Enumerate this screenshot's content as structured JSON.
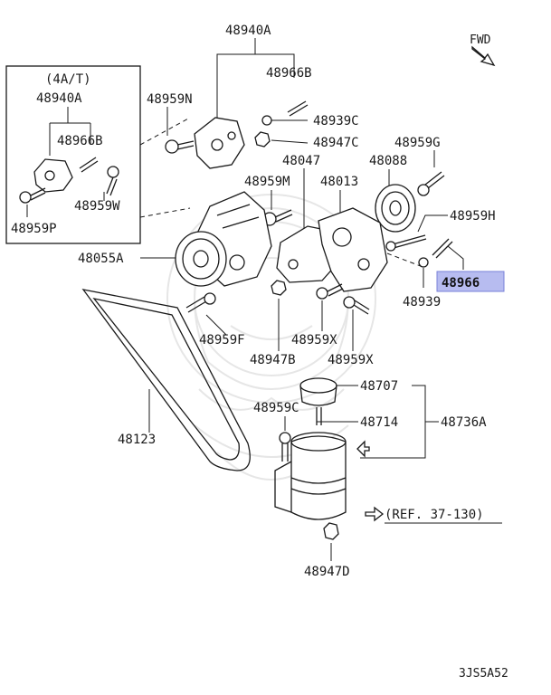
{
  "labels": {
    "l48940A_top": "48940A",
    "l48966B_top": "48966B",
    "l48939C": "48939C",
    "l48947C": "48947C",
    "l48959N": "48959N",
    "l48959G": "48959G",
    "l48088": "48088",
    "l48047": "48047",
    "l48013": "48013",
    "l48959M": "48959M",
    "l48959H": "48959H",
    "l48966": "48966",
    "l48939": "48939",
    "l48055A": "48055A",
    "l48959F": "48959F",
    "l48947B": "48947B",
    "l48959X_a": "48959X",
    "l48959X_b": "48959X",
    "l48707": "48707",
    "l48959C": "48959C",
    "l48714": "48714",
    "l48736A": "48736A",
    "l48123": "48123",
    "l48947D": "48947D",
    "inset_title": "(4A/T)",
    "inset_48940A": "48940A",
    "inset_48966B": "48966B",
    "inset_48959W": "48959W",
    "inset_48959P": "48959P"
  },
  "fwd": "FWD",
  "ref_text": "(REF. 37-130)",
  "diagram_code": "3JS5A52",
  "colors": {
    "highlight_fill": "#b7bcf0",
    "highlight_border": "#7a82d8",
    "line": "#1a1a1a",
    "watermark": "#e6e6e6"
  },
  "highlighted_part": "48966"
}
